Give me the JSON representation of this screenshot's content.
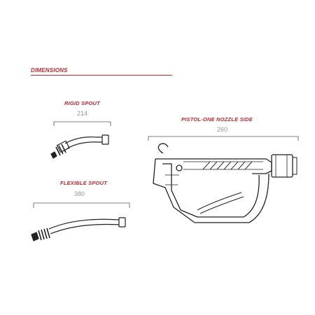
{
  "heading": "DIMENSIONS",
  "colors": {
    "accent": "#c1272d",
    "dimension_text": "#999999",
    "line": "#222222"
  },
  "parts": [
    {
      "label": "RIGID SPOUT",
      "dimension": "214"
    },
    {
      "label": "FLEXIBLE SPOUT",
      "dimension": "380"
    },
    {
      "label": "PISTOL-ONE NOZZLE SIDE",
      "dimension": "260"
    }
  ]
}
